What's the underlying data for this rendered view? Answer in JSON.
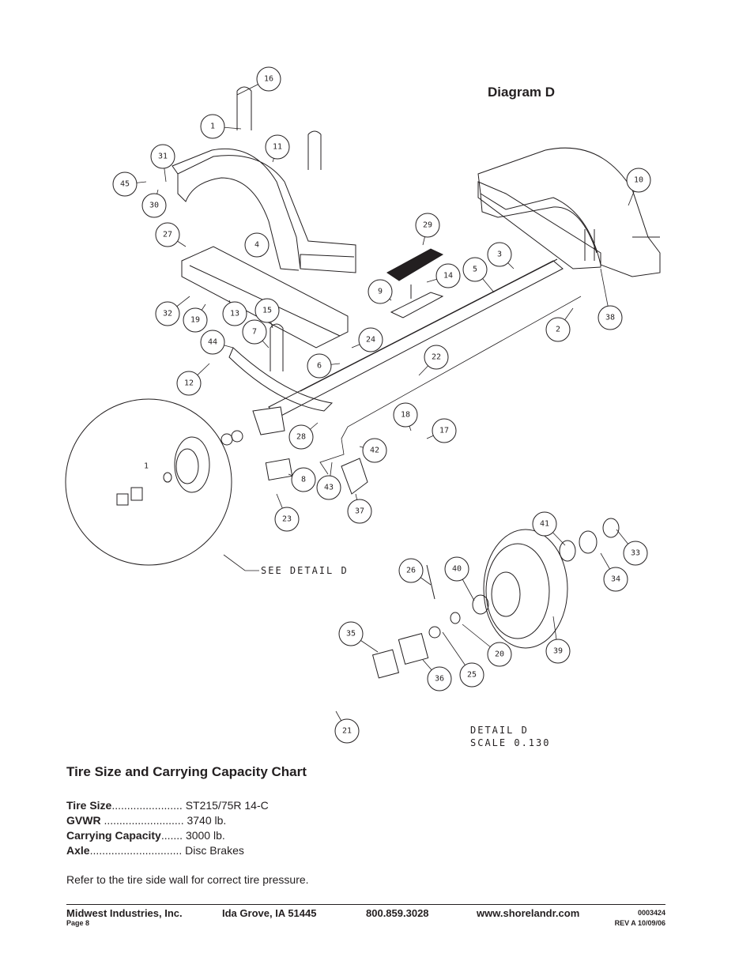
{
  "diagram": {
    "title": "Diagram D",
    "callouts": [
      "16",
      "1",
      "11",
      "31",
      "45",
      "30",
      "27",
      "4",
      "32",
      "19",
      "13",
      "15",
      "7",
      "44",
      "12",
      "6",
      "24",
      "10",
      "29",
      "14",
      "9",
      "5",
      "3",
      "38",
      "2",
      "22",
      "18",
      "17",
      "28",
      "42",
      "8",
      "43",
      "23",
      "37",
      "41",
      "33",
      "34",
      "40",
      "26",
      "39",
      "35",
      "36",
      "25",
      "20",
      "21",
      "1"
    ],
    "see_detail_label": "SEE DETAIL D",
    "detail_label": "DETAIL D",
    "scale_label": "SCALE 0.130"
  },
  "chart": {
    "title": "Tire Size and Carrying Capacity Chart",
    "rows": [
      {
        "key": "Tire Size",
        "dots": ".......................",
        "value": "ST215/75R 14-C"
      },
      {
        "key": "GVWR",
        "dots": "..........................",
        "value": "3740 lb."
      },
      {
        "key": "Carrying Capacity",
        "dots": ".......",
        "value": "3000 lb."
      },
      {
        "key": "Axle",
        "dots": "..............................",
        "value": "Disc Brakes"
      }
    ],
    "note": "Refer to the tire side wall for correct tire pressure."
  },
  "footer": {
    "company": "Midwest Industries, Inc.",
    "location": "Ida Grove, IA  51445",
    "phone": "800.859.3028",
    "website": "www.shorelandr.com",
    "page": "Page 8",
    "doc_number": "0003424",
    "revision": "REV A  10/09/06"
  }
}
